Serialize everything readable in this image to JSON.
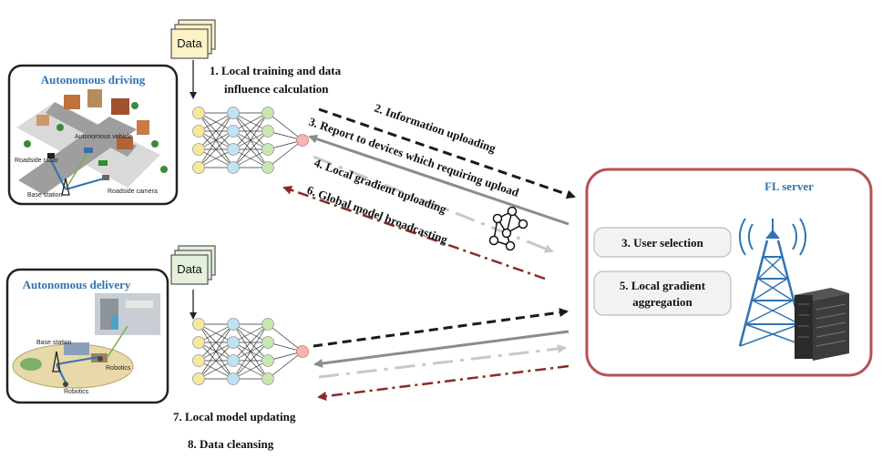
{
  "panels": {
    "driving_title": "Autonomous driving",
    "driving_labels": {
      "vehicle": "Autonomous vehicle",
      "radar": "Roadside radar",
      "camera": "Roadside camera",
      "base": "Base station"
    },
    "delivery_title": "Autonomous delivery",
    "delivery_labels": {
      "base": "Base station",
      "robot1": "Robotics",
      "robot2": "Robotics"
    }
  },
  "data_cards": {
    "top": "Data",
    "bottom": "Data"
  },
  "steps": {
    "s1_line1": "1. Local training and data",
    "s1_line2": "influence calculation",
    "s2": "2. Information uploading",
    "s3": "3. Report to devices which requiring upload",
    "s4": "4. Local gradient uploading",
    "s6": "6. Global model broadcasting",
    "s7": "7. Local model updating",
    "s8": "8. Data cleansing"
  },
  "server": {
    "title": "FL server",
    "user_selection": "3. User selection",
    "aggregation_line1": "5. Local gradient",
    "aggregation_line2": "aggregation"
  },
  "colors": {
    "panel_border": "#222222",
    "server_border": "#b5524f",
    "title_blue": "#2f74b5",
    "arrow_black": "#1a1a1a",
    "arrow_gray": "#8c8c8c",
    "arrow_light": "#c8c8c8",
    "arrow_red": "#8b2a26",
    "node_yellow": "#f7e89a",
    "node_blue": "#bfe3f3",
    "node_green": "#c9e8b0",
    "node_output": "#f3b6b0"
  }
}
